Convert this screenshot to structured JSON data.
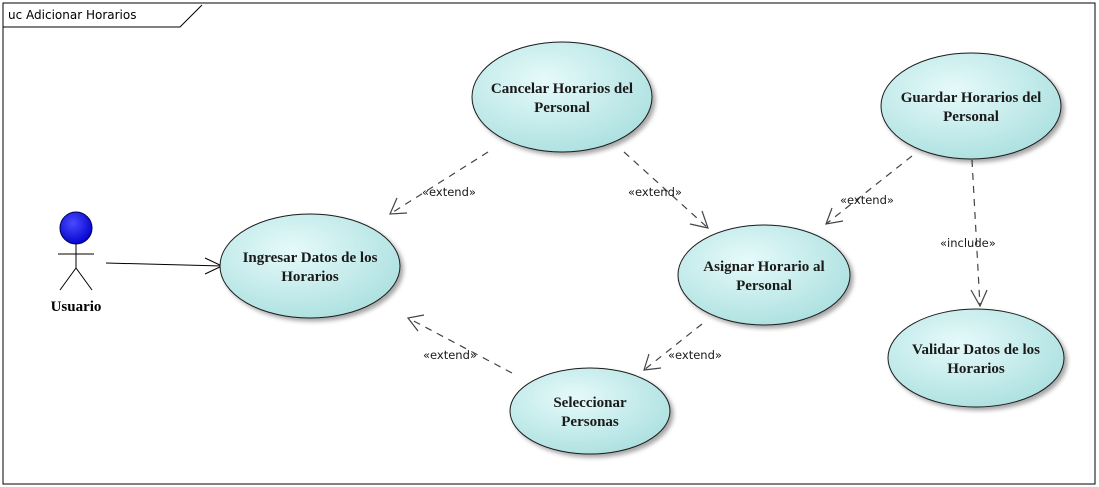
{
  "frame": {
    "title": "uc Adicionar Horarios"
  },
  "actor": {
    "name": "Usuario",
    "color": "#0000ee"
  },
  "use_cases": {
    "cancelar": {
      "line1": "Cancelar Horarios del",
      "line2": "Personal"
    },
    "guardar": {
      "line1": "Guardar Horarios del",
      "line2": "Personal"
    },
    "ingresar": {
      "line1": "Ingresar Datos de los",
      "line2": "Horarios"
    },
    "asignar": {
      "line1": "Asignar Horario al",
      "line2": "Personal"
    },
    "validar": {
      "line1": "Validar Datos de los",
      "line2": "Horarios"
    },
    "seleccionar": {
      "line1": "Seleccionar",
      "line2": "Personas"
    }
  },
  "relations": {
    "cancelar_ingresar": "«extend»",
    "cancelar_asignar": "«extend»",
    "guardar_asignar": "«extend»",
    "guardar_validar": "«include»",
    "seleccionar_ingresar": "«extend»",
    "asignar_seleccionar": "«extend»"
  },
  "colors": {
    "use_case_fill": "#c8eeee",
    "use_case_stroke": "#1a1a1a",
    "frame_stroke": "#000000"
  }
}
